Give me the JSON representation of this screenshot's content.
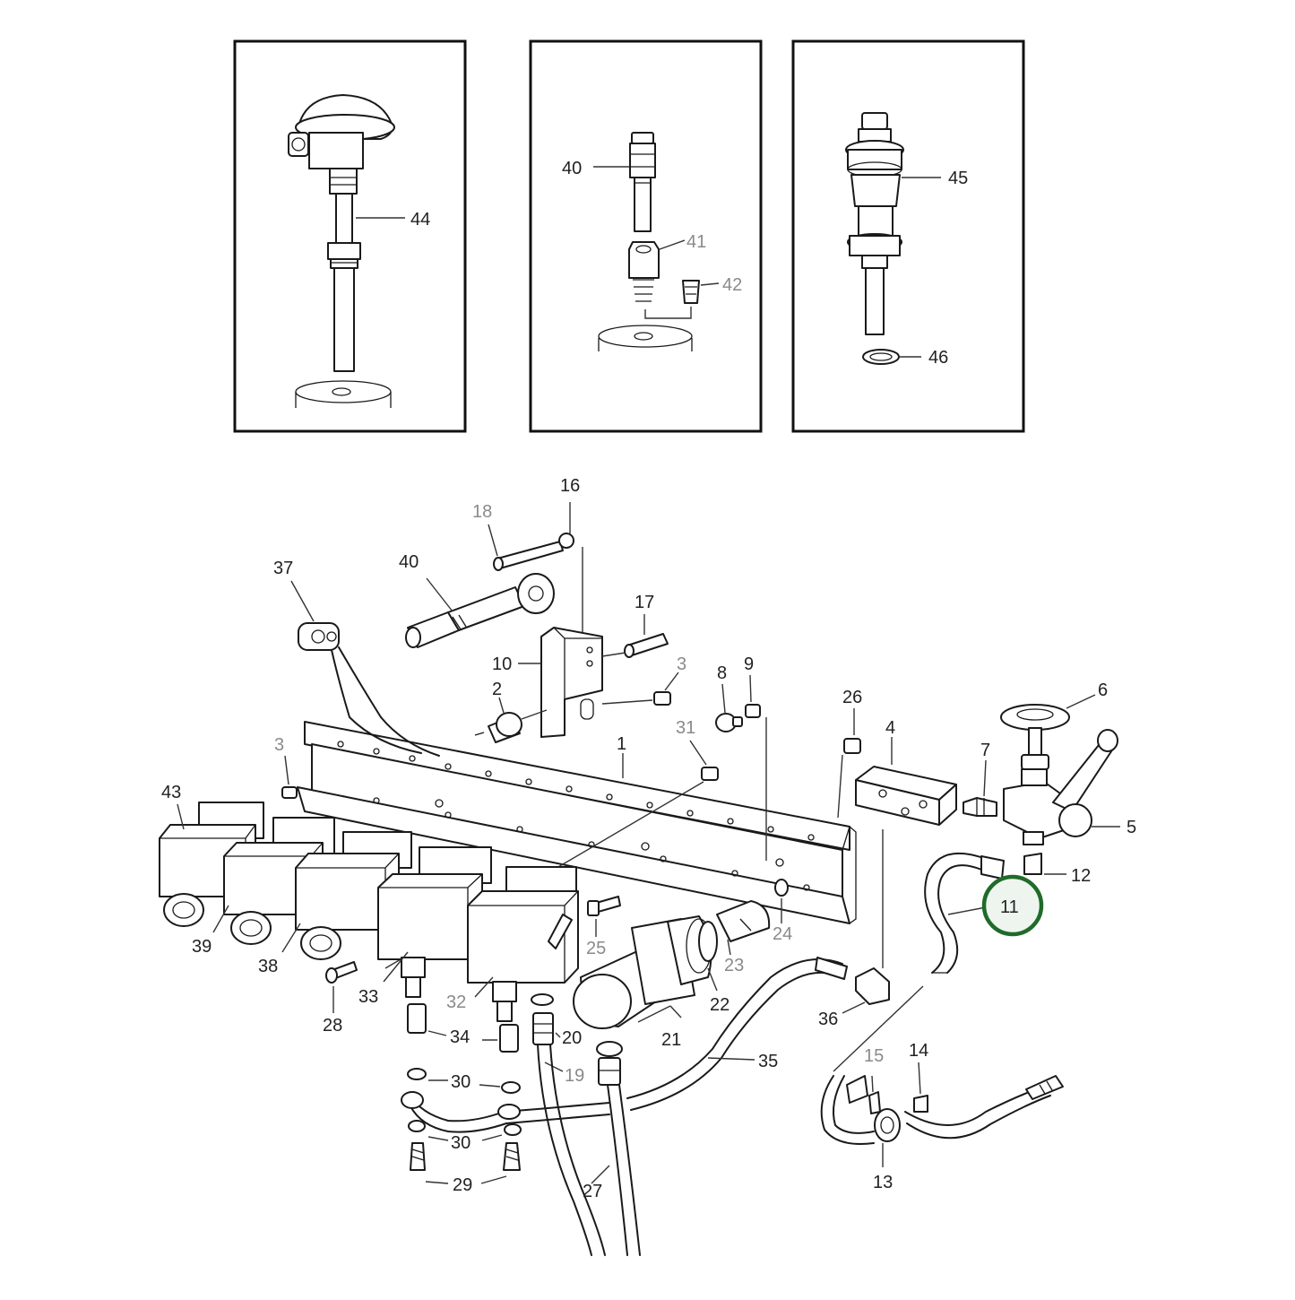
{
  "colors": {
    "line": "#1a1a1a",
    "background": "#ffffff",
    "highlight": "#1f6b2b",
    "highlight_fill": "#eef5ee",
    "faded_label": "#8a8a8a"
  },
  "highlighted_part": "11",
  "insets": [
    {
      "id": "inset-thermocouple",
      "labels": [
        "44"
      ]
    },
    {
      "id": "inset-connector",
      "labels": [
        "40",
        "41",
        "42"
      ]
    },
    {
      "id": "inset-gauge-valve",
      "labels": [
        "45",
        "46"
      ]
    }
  ],
  "labels": {
    "l1": "1",
    "l2": "2",
    "l3a": "3",
    "l3b": "3",
    "l4": "4",
    "l5": "5",
    "l6": "6",
    "l7": "7",
    "l8": "8",
    "l9": "9",
    "l10": "10",
    "l11": "11",
    "l12": "12",
    "l13": "13",
    "l14": "14",
    "l15": "15",
    "l16": "16",
    "l17": "17",
    "l18": "18",
    "l19": "19",
    "l20": "20",
    "l21": "21",
    "l22": "22",
    "l23": "23",
    "l24": "24",
    "l25": "25",
    "l26": "26",
    "l27": "27",
    "l28": "28",
    "l29": "29",
    "l30a": "30",
    "l30b": "30",
    "l31": "31",
    "l32": "32",
    "l33": "33",
    "l34": "34",
    "l35": "35",
    "l36": "36",
    "l37": "37",
    "l38": "38",
    "l39": "39",
    "l40": "40",
    "l43": "43",
    "i40": "40",
    "i41": "41",
    "i42": "42",
    "i44": "44",
    "i45": "45",
    "i46": "46"
  }
}
